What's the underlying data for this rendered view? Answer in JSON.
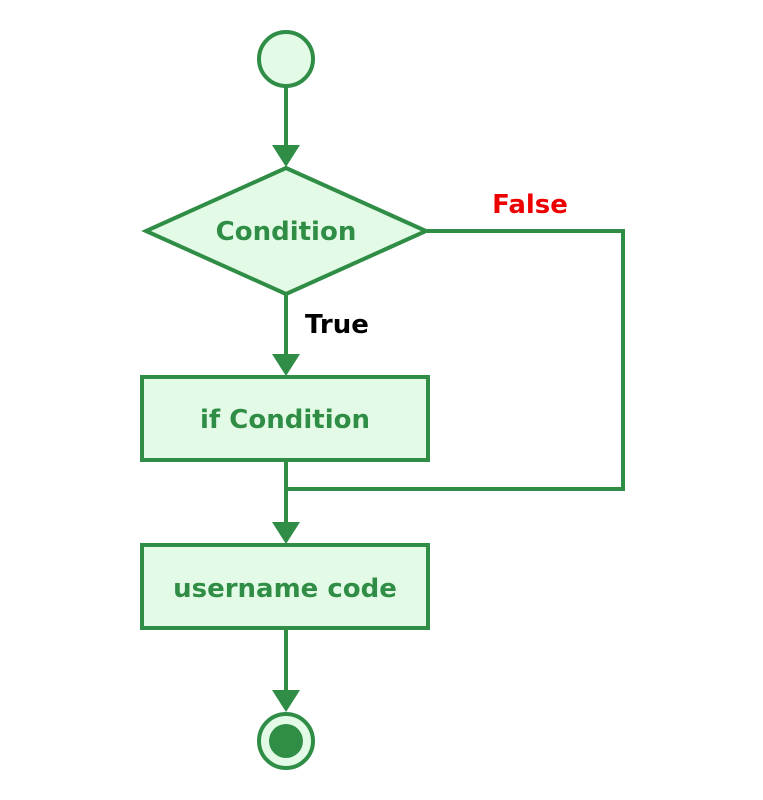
{
  "diagram": {
    "nodes": {
      "start": {
        "type": "start"
      },
      "condition": {
        "type": "decision",
        "label": "Condition"
      },
      "if_block": {
        "type": "process",
        "label": "if Condition"
      },
      "next_block": {
        "type": "process",
        "label": "username code"
      },
      "end": {
        "type": "end"
      }
    },
    "edges": {
      "true_label": "True",
      "false_label": "False"
    },
    "colors": {
      "stroke": "#2f8d46",
      "fill": "#e3fbe6",
      "true_label": "#000000",
      "false_label": "#ee0000"
    }
  }
}
